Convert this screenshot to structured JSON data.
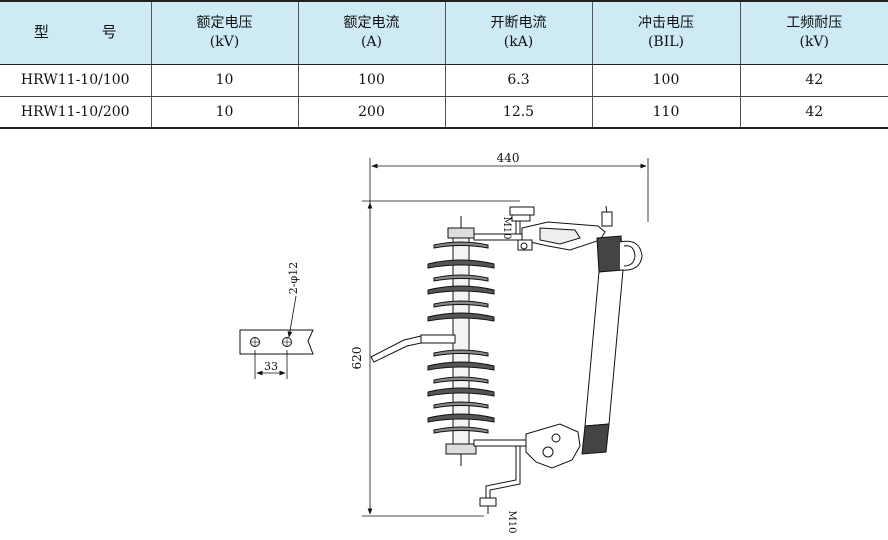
{
  "table": {
    "headers": [
      {
        "line1": "型 号",
        "line2": ""
      },
      {
        "line1": "额定电压",
        "line2": "(kV)"
      },
      {
        "line1": "额定电流",
        "line2": "(A)"
      },
      {
        "line1": "开断电流",
        "line2": "(kA)"
      },
      {
        "line1": "冲击电压",
        "line2": "(BIL)"
      },
      {
        "line1": "工频耐压",
        "line2": "(kV)"
      }
    ],
    "rows": [
      [
        "HRW11-10/100",
        "10",
        "100",
        "6.3",
        "100",
        "42"
      ],
      [
        "HRW11-10/200",
        "10",
        "200",
        "12.5",
        "110",
        "42"
      ]
    ]
  },
  "drawing": {
    "dim_width": "440",
    "dim_height": "620",
    "dim_hole_spacing": "33",
    "hole_label": "2-φ12",
    "bolt_label_top": "M10",
    "bolt_label_bottom": "M10"
  }
}
